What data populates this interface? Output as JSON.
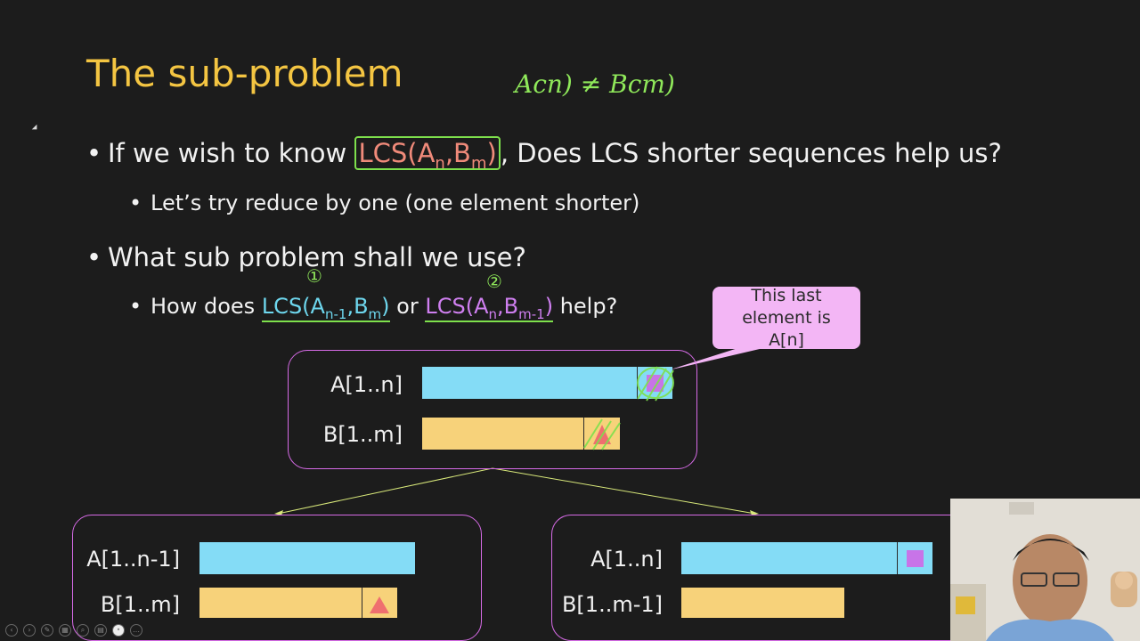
{
  "slide": {
    "title": "The sub-problem",
    "handnote_top": "Acn) ≠ Bcm)",
    "bullet1": {
      "pre": "If we wish to know ",
      "lcs_prefix": "LCS(A",
      "lcs_sub1": "n",
      "lcs_mid": ",B",
      "lcs_sub2": "m",
      "lcs_close": ")",
      "post": ", Does LCS shorter sequences help us?"
    },
    "sub1": "Let’s try reduce by one (one element shorter)",
    "bullet2": "What sub problem shall we use?",
    "sub2": {
      "pre": "How does ",
      "opt1_prefix": "LCS(A",
      "opt1_sub1": "n-1",
      "opt1_mid": ",B",
      "opt1_sub2": "m",
      "opt1_close": ")",
      "or": " or ",
      "opt2_prefix": "LCS(A",
      "opt2_sub1": "n",
      "opt2_mid": ",B",
      "opt2_sub2": "m-1",
      "opt2_close": ")",
      "post": " help?",
      "mark1": "①",
      "mark2": "②"
    },
    "callout": "This last element is A[n]",
    "top_panel": {
      "label_a": "A[1..n]",
      "label_b": "B[1..m]"
    },
    "left_panel": {
      "label_a": "A[1..n-1]",
      "label_b": "B[1..m]"
    },
    "right_panel": {
      "label_a": "A[1..n]",
      "label_b": "B[1..m-1]"
    }
  },
  "colors": {
    "title": "#f4c542",
    "array_a": "#84dcf6",
    "array_b": "#f7d27a",
    "panel_border": "#d66be6",
    "callout_bg": "#f3b6f5",
    "annotation": "#7ee04c",
    "marker_square": "#c874e8",
    "marker_triangle": "#ef6f6f"
  },
  "icons": {
    "toolbar": [
      "prev-icon",
      "next-icon",
      "pen-icon",
      "highlighter-icon",
      "zoom-icon",
      "grid-icon",
      "pointer-icon",
      "more-icon"
    ]
  }
}
